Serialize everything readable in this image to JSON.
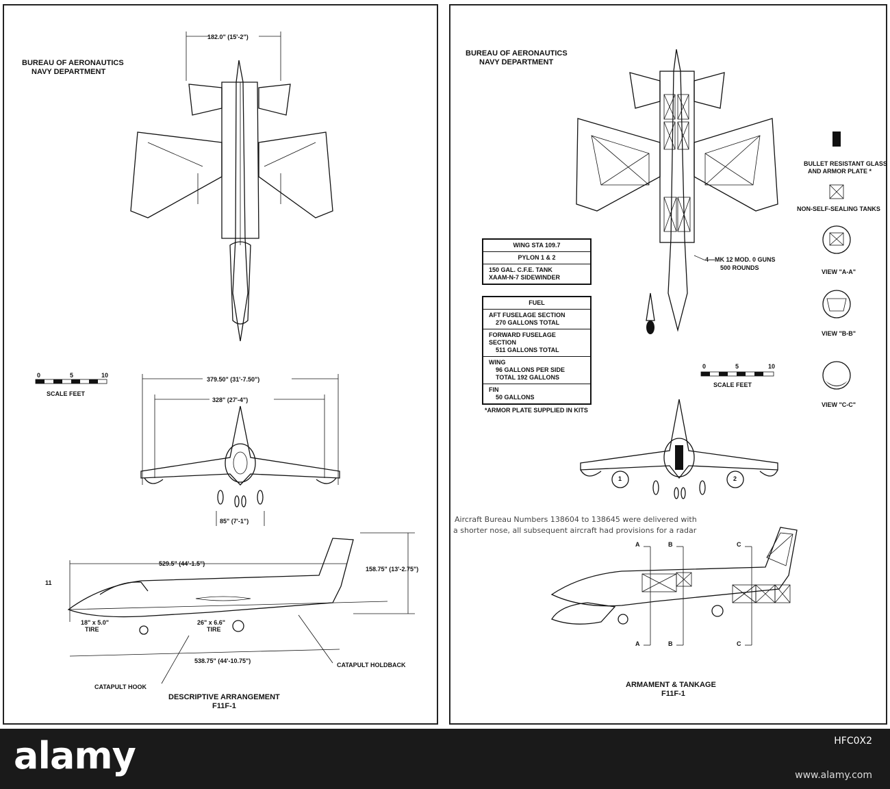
{
  "left": {
    "bureau_line1": "BUREAU OF AERONAUTICS",
    "bureau_line2": "NAVY DEPARTMENT",
    "dim_top_span": "182.0\" (15'-2\")",
    "scale_0": "0",
    "scale_5": "5",
    "scale_10": "10",
    "scale_label": "SCALE FEET",
    "dim_span_outer": "379.50\" (31'-7.50\")",
    "dim_span_inner": "328\" (27'-4\")",
    "dim_track": "85\" (7'-1\")",
    "dim_length": "529.5\" (44'-1.5\")",
    "dim_height": "158.75\" (13'-2.75\")",
    "dim_eleven": "11",
    "nose_tire": "18\" x 5.0\"",
    "nose_tire_label": "TIRE",
    "main_tire": "26\" x 6.6\"",
    "main_tire_label": "TIRE",
    "dim_overall": "538.75\" (44'-10.75\")",
    "catapult_holdback": "CATAPULT HOLDBACK",
    "catapult_hook": "CATAPULT HOOK",
    "title1": "DESCRIPTIVE ARRANGEMENT",
    "title2": "F11F-1"
  },
  "right": {
    "bureau_line1": "BUREAU OF AERONAUTICS",
    "bureau_line2": "NAVY DEPARTMENT",
    "legend_glass_1": "BULLET RESISTANT GLASS",
    "legend_glass_2": "AND ARMOR PLATE *",
    "legend_tanks": "NON-SELF-SEALING TANKS",
    "view_a": "VIEW \"A-A\"",
    "view_b": "VIEW \"B-B\"",
    "view_c": "VIEW \"C-C\"",
    "guns_1": "4—MK 12 MOD. 0 GUNS",
    "guns_2": "500 ROUNDS",
    "table_weapons": [
      "WING STA 109.7",
      "PYLON 1 & 2",
      "150 GAL. C.F.E. TANK",
      "XAAM-N-7 SIDEWINDER"
    ],
    "table_fuel": [
      "FUEL",
      "AFT FUSELAGE SECTION",
      "270 GALLONS TOTAL",
      "FORWARD FUSELAGE SECTION",
      "511 GALLONS TOTAL",
      "WING",
      "96 GALLONS PER SIDE",
      "TOTAL 192 GALLONS",
      "FIN",
      "50 GALLONS"
    ],
    "armor_note": "*ARMOR PLATE SUPPLIED IN KITS",
    "scale_0": "0",
    "scale_5": "5",
    "scale_10": "10",
    "scale_label": "SCALE FEET",
    "pylon_1": "1",
    "pylon_2": "2",
    "note_line1": "Aircraft Bureau Numbers 138604 to 138645 were delivered with",
    "note_line2": "a shorter nose, all subsequent aircraft had provisions for a radar",
    "sec_a": "A",
    "sec_b": "B",
    "sec_c": "C",
    "title1": "ARMAMENT & TANKAGE",
    "title2": "F11F-1"
  },
  "footer": {
    "logo": "alamy",
    "stock_id": "HFC0X2",
    "url": "www.alamy.com"
  }
}
